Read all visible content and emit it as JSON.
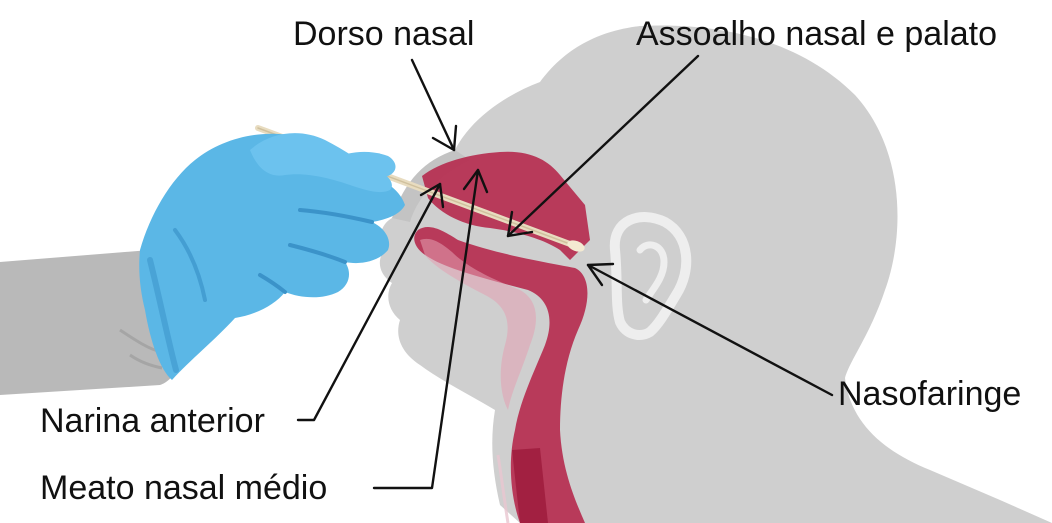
{
  "labels": {
    "dorso_nasal": "Dorso nasal",
    "assoalho_nasal_palato": "Assoalho nasal e palato",
    "nasofaringe": "Nasofaringe",
    "narina_anterior": "Narina anterior",
    "meato_nasal_medio": "Meato nasal médio"
  },
  "colors": {
    "head_silhouette": "#cfcfcf",
    "airway": "#b5254a",
    "airway_light": "#d9506e",
    "glove": "#5bb7e6",
    "glove_shadow": "#3b93c9",
    "arm_sleeve": "#b9b9b9",
    "swab": "#efe3c6",
    "label_text": "#111111"
  },
  "icons": {
    "head": "head-silhouette-icon",
    "hand": "gloved-hand-icon",
    "swab": "swab-icon",
    "ear": "ear-icon"
  }
}
